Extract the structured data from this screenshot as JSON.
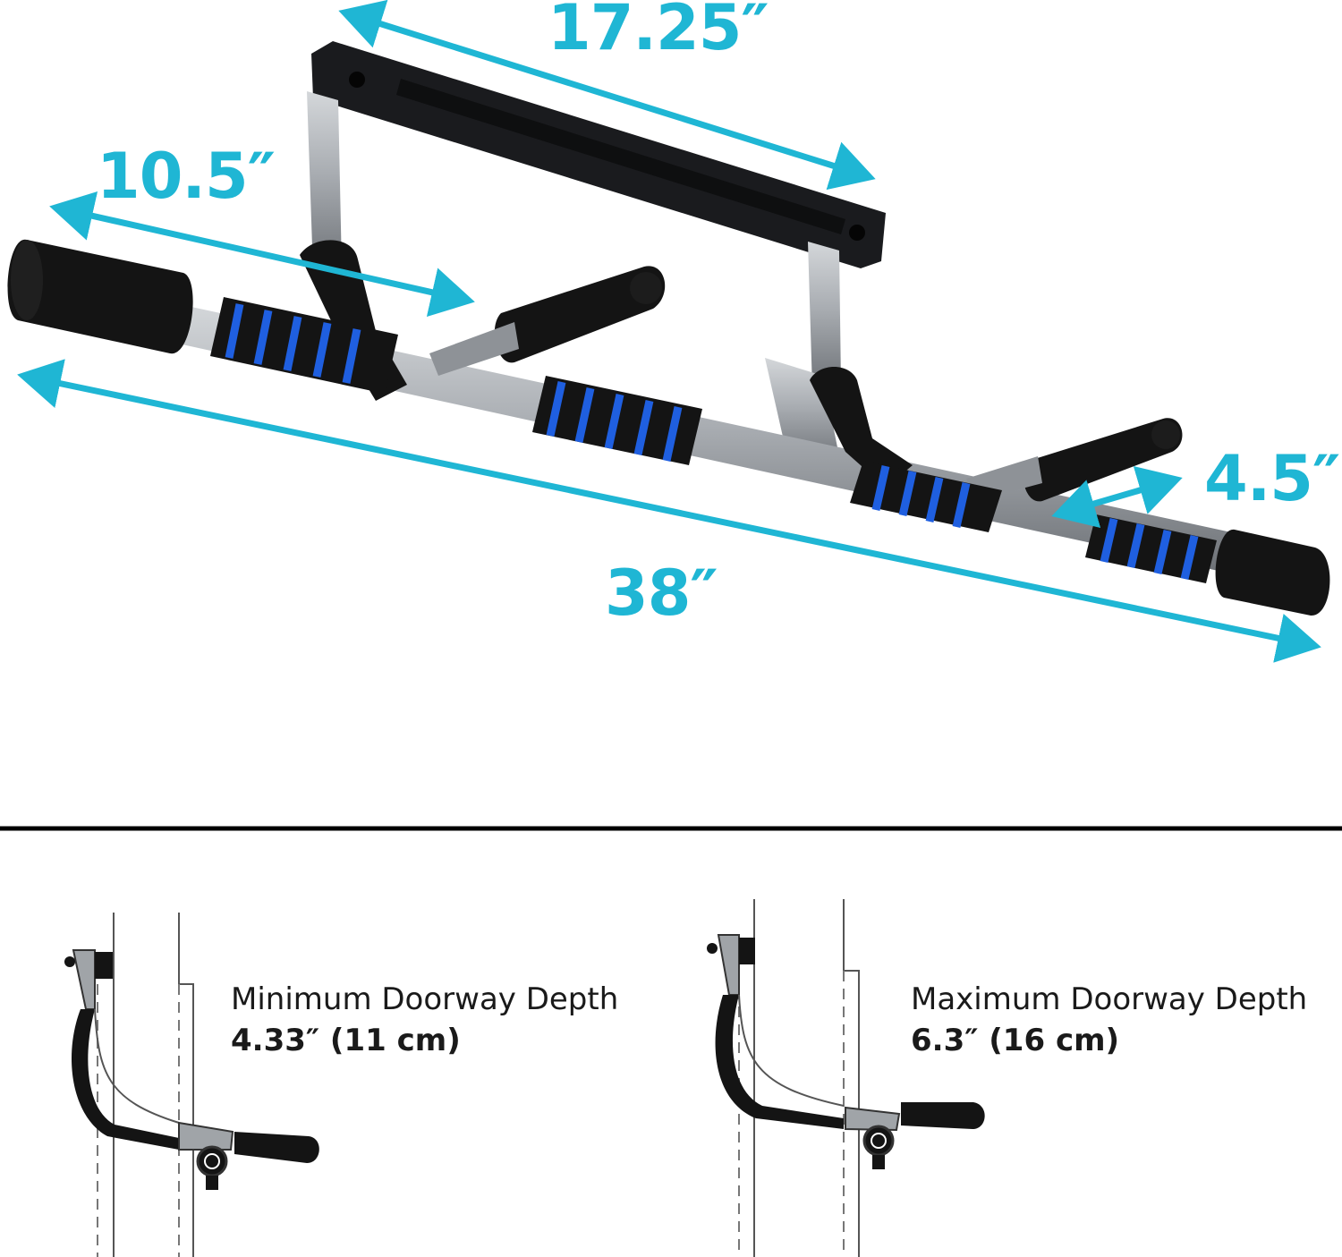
{
  "colors": {
    "accent": "#1fb6d4",
    "foam": "#141414",
    "grip_blue": "#1f5fe0",
    "steel": "#a9adb2",
    "steel_dark": "#6d7176",
    "divider": "#000000"
  },
  "dimensions": {
    "top_bar_width": "17.25″",
    "handle_spacing": "10.5″",
    "overall_length": "38″",
    "handle_length": "4.5″"
  },
  "doorway": {
    "min": {
      "title": "Minimum Doorway Depth",
      "value": "4.33″ (11 cm)"
    },
    "max": {
      "title": "Maximum Doorway Depth",
      "value": "6.3″ (16 cm)"
    }
  }
}
